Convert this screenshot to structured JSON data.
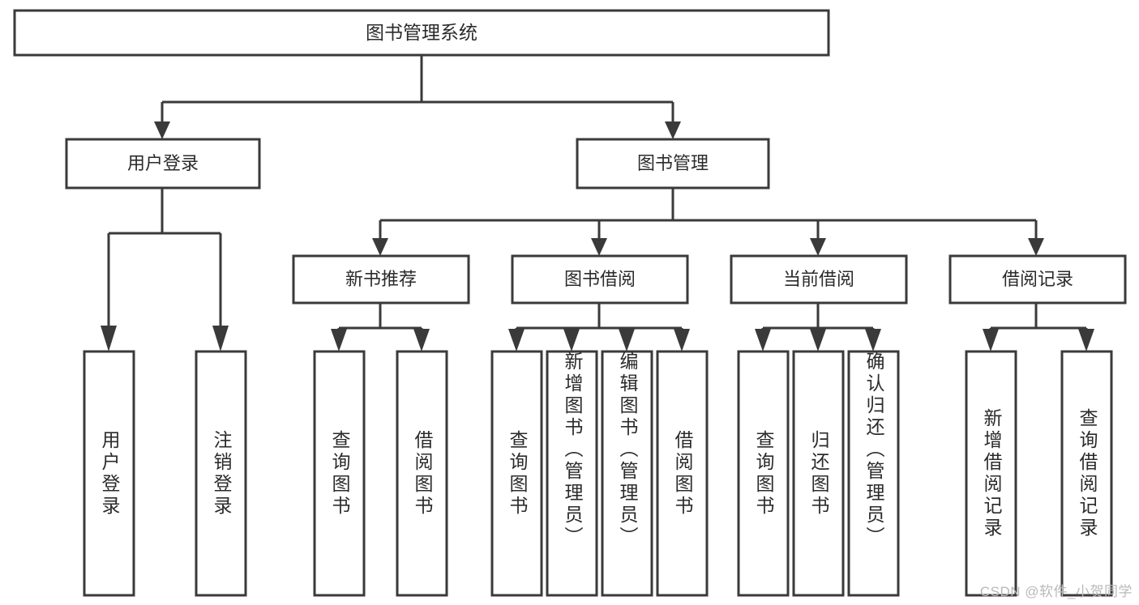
{
  "diagram": {
    "type": "hierarchy-tree",
    "title": "图书管理系统",
    "root": {
      "label": "图书管理系统",
      "children": [
        {
          "label": "用户登录",
          "children": [
            {
              "label": "用户登录"
            },
            {
              "label": "注销登录"
            }
          ]
        },
        {
          "label": "图书管理",
          "children": [
            {
              "label": "新书推荐",
              "children": [
                {
                  "label": "查询图书"
                },
                {
                  "label": "借阅图书"
                }
              ]
            },
            {
              "label": "图书借阅",
              "children": [
                {
                  "label": "查询图书"
                },
                {
                  "label": "新增图书（管理员）"
                },
                {
                  "label": "编辑图书（管理员）"
                },
                {
                  "label": "借阅图书"
                }
              ]
            },
            {
              "label": "当前借阅",
              "children": [
                {
                  "label": "查询图书"
                },
                {
                  "label": "归还图书"
                },
                {
                  "label": "确认归还（管理员）"
                }
              ]
            },
            {
              "label": "借阅记录",
              "children": [
                {
                  "label": "新增借阅记录"
                },
                {
                  "label": "查询借阅记录"
                }
              ]
            }
          ]
        }
      ]
    }
  },
  "nodes": {
    "root_title": "图书管理系统",
    "l1_user_login": "用户登录",
    "l1_book_manage": "图书管理",
    "l2_new_book": "新书推荐",
    "l2_book_borrow": "图书借阅",
    "l2_current_borrow": "当前借阅",
    "l2_borrow_record": "借阅记录",
    "leaf_user_login": "用户登录",
    "leaf_logout": "注销登录",
    "leaf_nb_query": "查询图书",
    "leaf_nb_borrow": "借阅图书",
    "leaf_bb_query": "查询图书",
    "leaf_bb_add": "新增图书（管理员）",
    "leaf_bb_edit": "编辑图书（管理员）",
    "leaf_bb_borrow": "借阅图书",
    "leaf_cb_query": "查询图书",
    "leaf_cb_return": "归还图书",
    "leaf_cb_confirm": "确认归还（管理员）",
    "leaf_br_add": "新增借阅记录",
    "leaf_br_query": "查询借阅记录"
  },
  "watermark": {
    "text": "CSDN @软件_小贺同学"
  },
  "colors": {
    "stroke": "#3a3a3a",
    "fill": "#ffffff",
    "text": "#2b2b2b",
    "watermark": "#b9b9b9"
  }
}
